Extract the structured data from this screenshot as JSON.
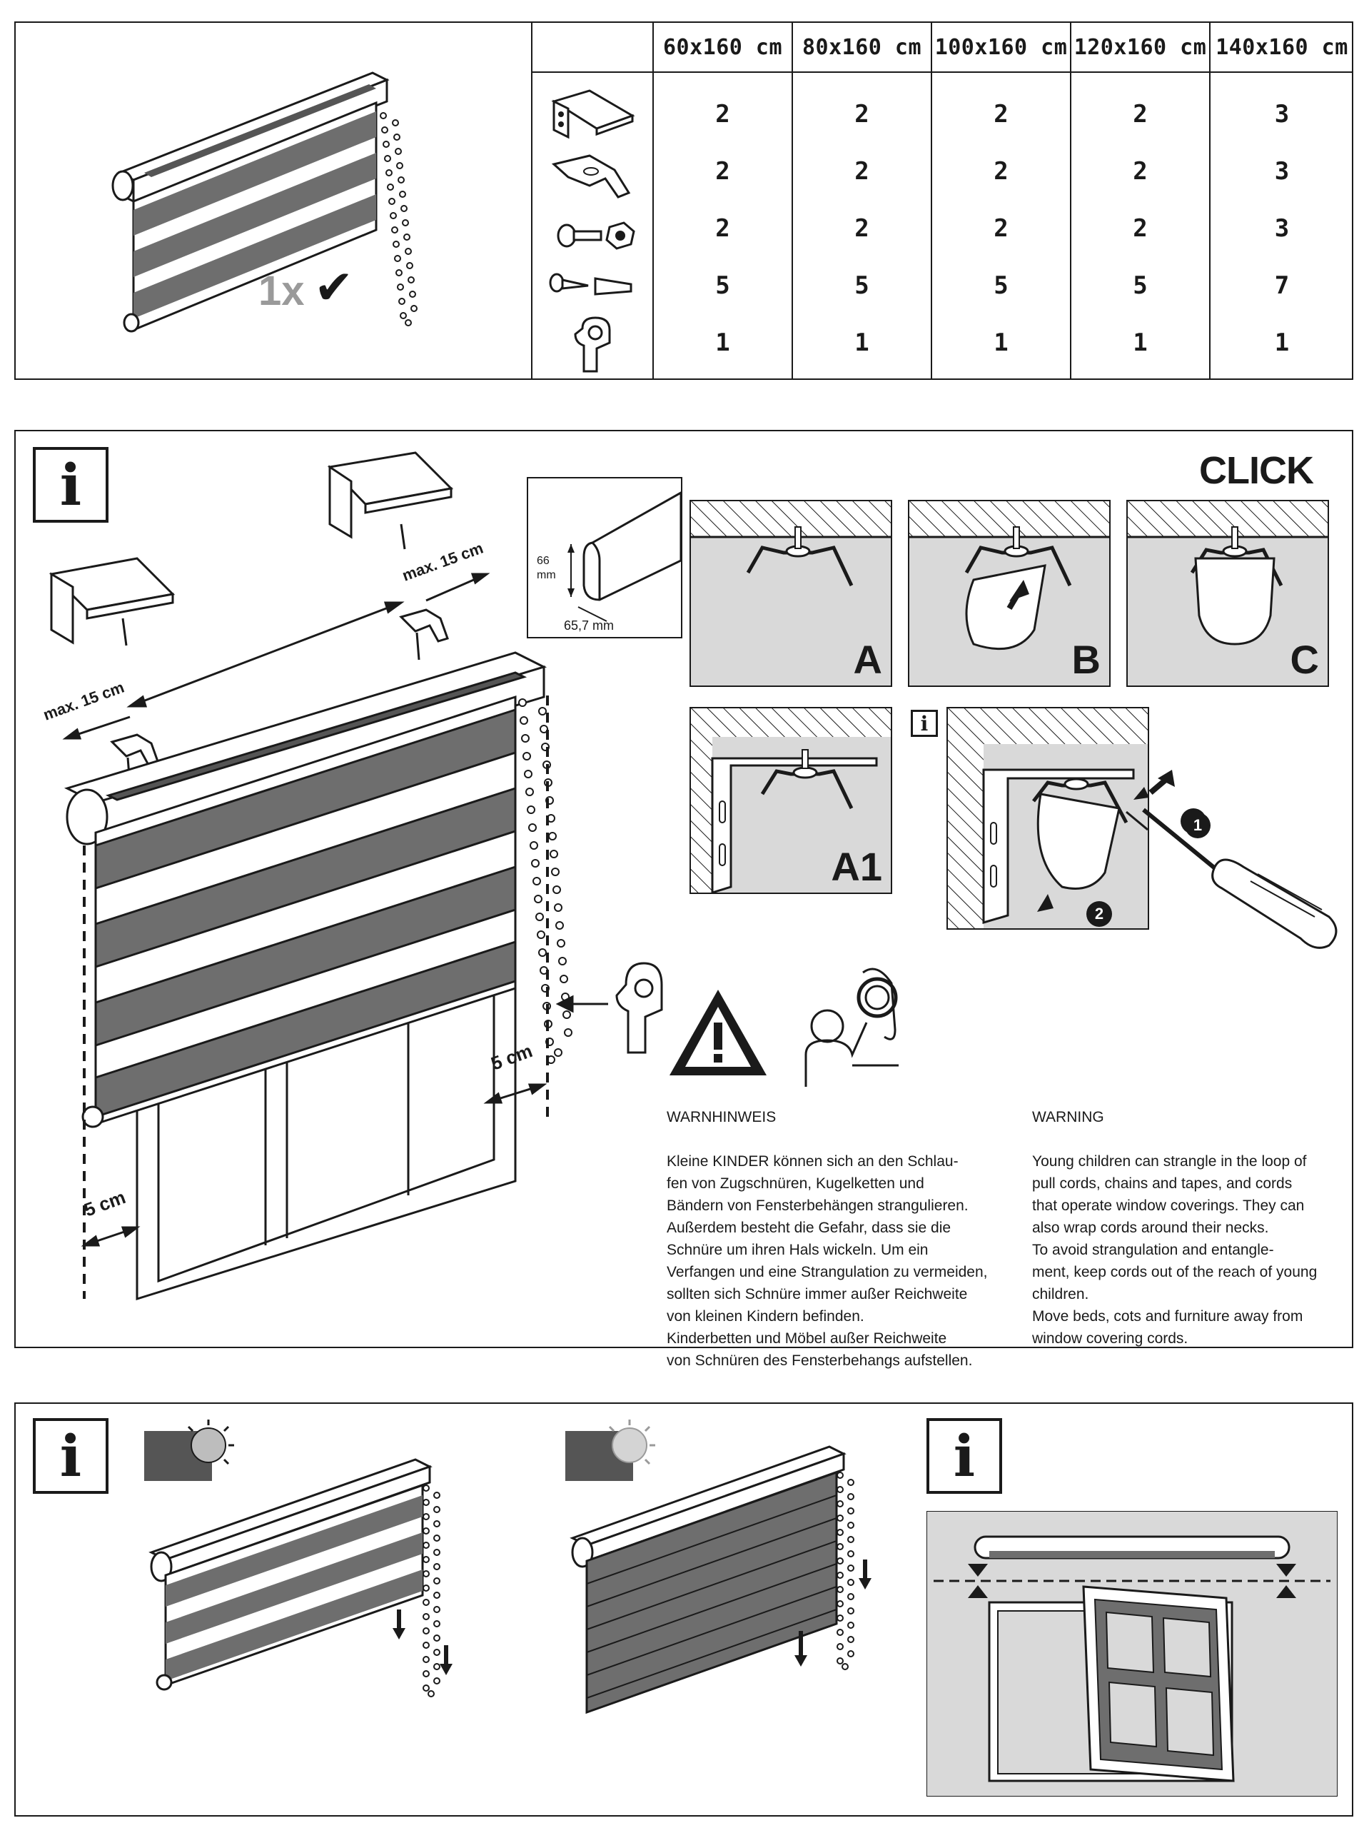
{
  "parts_table": {
    "sizes": [
      "60x160 cm",
      "80x160 cm",
      "100x160 cm",
      "120x160 cm",
      "140x160 cm"
    ],
    "rows": [
      {
        "part_icon": "wall-bracket-icon",
        "quantities": [
          "2",
          "2",
          "2",
          "2",
          "3"
        ]
      },
      {
        "part_icon": "click-clip-icon",
        "quantities": [
          "2",
          "2",
          "2",
          "2",
          "3"
        ]
      },
      {
        "part_icon": "screw-and-nut-icon",
        "quantities": [
          "2",
          "2",
          "2",
          "2",
          "3"
        ]
      },
      {
        "part_icon": "screw-and-dowel-icon",
        "quantities": [
          "5",
          "5",
          "5",
          "5",
          "7"
        ]
      },
      {
        "part_icon": "cord-safety-clip-icon",
        "quantities": [
          "1",
          "1",
          "1",
          "1",
          "1"
        ]
      }
    ],
    "blind_quantity": "1x",
    "blind_check_glyph": "✔"
  },
  "install": {
    "info_glyph": "i",
    "click_label": "CLICK",
    "profile_height": "66\nmm",
    "profile_height_line1": "66",
    "profile_height_line2": "mm",
    "profile_depth": "65,7 mm",
    "max_left": "max. 15 cm",
    "max_right": "max. 15 cm",
    "clearance_right": "5 cm",
    "clearance_left": "5 cm",
    "step_a": "A",
    "step_b": "B",
    "step_c": "C",
    "step_a1": "A1",
    "release_step_1": "1",
    "release_step_2": "2",
    "warning_de": {
      "title": "WARNHINWEIS",
      "body": "Kleine KINDER können sich an den Schlau-\nfen von Zugschnüren, Kugelketten und\nBändern von Fensterbehängen strangulieren.\nAußerdem besteht die Gefahr, dass sie die\nSchnüre um ihren Hals wickeln. Um ein\nVerfangen und eine Strangulation zu vermeiden,\nsollten sich Schnüre immer außer Reichweite\nvon kleinen Kindern befinden.\nKinderbetten und Möbel außer Reichweite\nvon Schnüren des Fensterbehangs aufstellen."
    },
    "warning_en": {
      "title": "WARNING",
      "body": "Young children can strangle in the loop of\npull cords, chains and tapes, and cords\nthat operate window coverings. They can\nalso wrap cords around their necks.\nTo avoid strangulation and entangle-\nment, keep cords out of the reach of young\nchildren.\nMove beds, cots and furniture away from\nwindow covering cords."
    }
  },
  "colors": {
    "ink": "#1a1a1a",
    "fabric_band": "#6e6e6e",
    "light_gray": "#d4d4d4",
    "panel_gray": "#d9d9d9"
  }
}
